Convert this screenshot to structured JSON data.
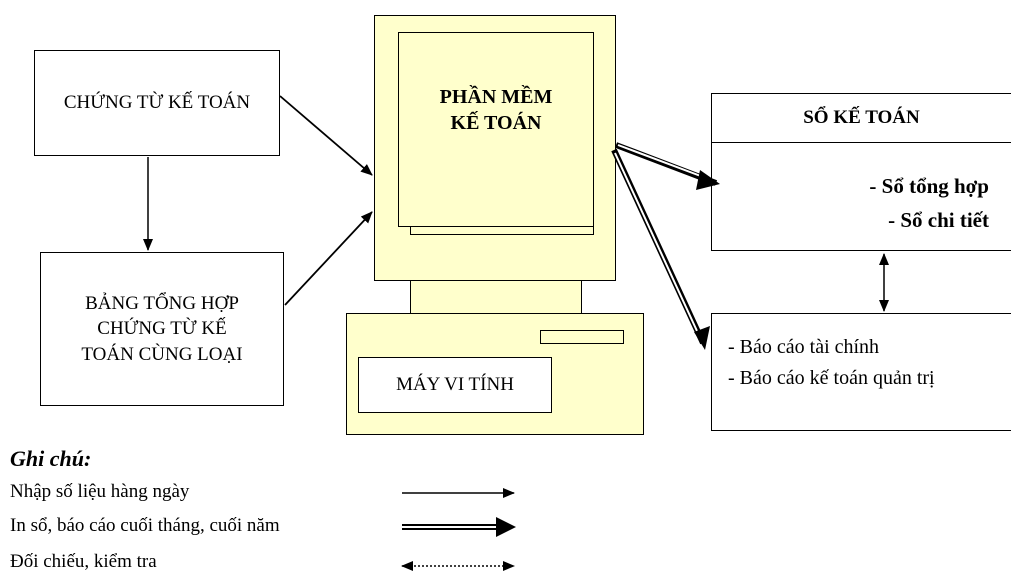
{
  "nodes": {
    "source_docs": "CHỨNG TỪ KẾ TOÁN",
    "summary_docs": [
      "BẢNG TỔNG HỢP",
      "CHỨNG TỪ KẾ",
      "TOÁN CÙNG LOẠI"
    ],
    "software": [
      "PHẦN MỀM",
      "KẾ TOÁN"
    ],
    "computer": "MÁY VI TÍNH",
    "ledger_title": "SỔ KẾ TOÁN",
    "ledger_items": [
      "- Sổ tổng hợp",
      "- Sổ chi tiết"
    ],
    "reports": [
      "- Báo cáo tài chính",
      "- Báo cáo kế toán quản trị"
    ]
  },
  "legend": {
    "title": "Ghi chú:",
    "entries": [
      "Nhập số liệu hàng ngày",
      "In sổ, báo cáo cuối tháng, cuối năm",
      "Đối chiếu, kiểm tra"
    ]
  },
  "colors": {
    "computer_fill": "#FFFFCC",
    "line": "#000000"
  }
}
